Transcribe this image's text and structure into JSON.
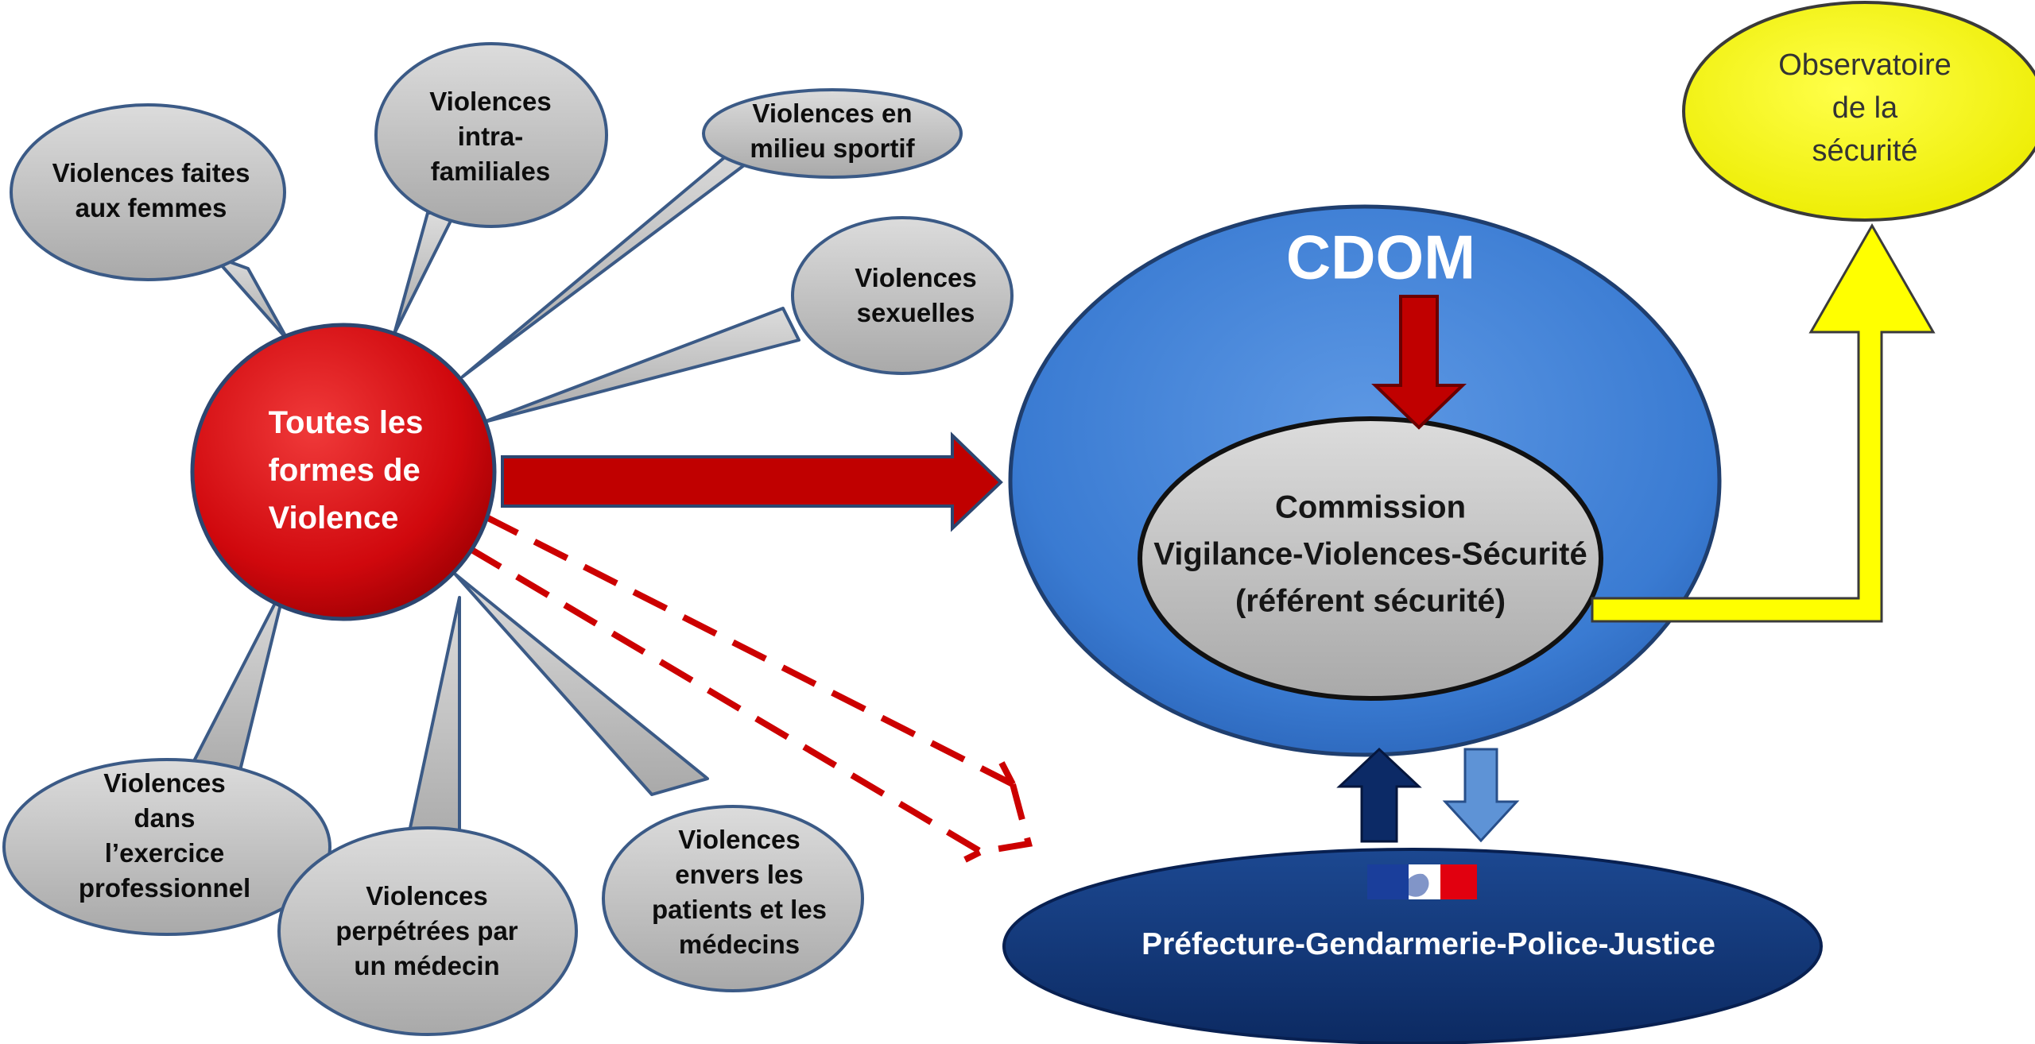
{
  "center": {
    "label": "Toutes  les\nformes de\nViolence",
    "color": "#d40f14"
  },
  "violence_types": [
    {
      "id": "femmes",
      "label": "Violences faites\naux femmes"
    },
    {
      "id": "intrafamiliales",
      "label": "Violences\nintra-\nfamiliales"
    },
    {
      "id": "sportif",
      "label": "Violences en\nmilieu sportif"
    },
    {
      "id": "sexuelles",
      "label": "Violences\nsexuelles"
    },
    {
      "id": "professionnel",
      "label": "Violences\ndans\nl’exercice\nprofessionnel"
    },
    {
      "id": "medecin",
      "label": "Violences\nperpétrées par\nun médecin"
    },
    {
      "id": "patients",
      "label": "Violences\nenvers les\npatients et les\nmédecins"
    }
  ],
  "cdom": {
    "label": "CDOM",
    "color": "#3a7fd5"
  },
  "commission": {
    "label": "Commission\nVigilance-Violences-Sécurité\n(référent sécurité)"
  },
  "observatoire": {
    "label": "Observatoire\nde la sécurité",
    "color": "#ffff00"
  },
  "prefecture": {
    "label": "Préfecture-Gendarmerie-Police-Justice",
    "color": "#10367a"
  },
  "flag": {
    "colors": [
      "#1a3e9b",
      "#ffffff",
      "#e1000f"
    ]
  },
  "colors": {
    "bubble": "#b4b4b4",
    "bubble_stroke": "#3b5a86",
    "arrow_red": "#c00000"
  }
}
